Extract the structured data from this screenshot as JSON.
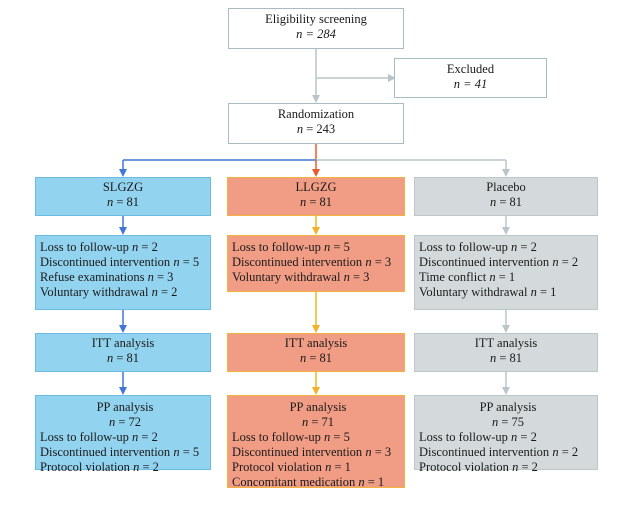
{
  "eligibility": {
    "title": "Eligibility screening",
    "n": "n = 284"
  },
  "excluded": {
    "title": "Excluded",
    "n": "n = 41"
  },
  "randomization": {
    "title": "Randomization",
    "n": "n = 243"
  },
  "colors": {
    "blue": "#3f78d6",
    "orange": "#ea5a30",
    "yellow": "#f2b227",
    "gray": "#b9c5c8"
  },
  "arms": [
    {
      "group": {
        "title": "SLGZG",
        "n": "n = 81"
      },
      "followup": [
        "Loss to follow-up n = 2",
        "Discontinued intervention n = 5",
        "Refuse examinations n = 3",
        "Voluntary withdrawal n = 2"
      ],
      "itt": {
        "title": "ITT analysis",
        "n": "n = 81"
      },
      "pp": {
        "title": "PP analysis",
        "n": "n = 72",
        "lines": [
          "Loss to follow-up n = 2",
          "Discontinued intervention n = 5",
          "Protocol violation n = 2"
        ]
      }
    },
    {
      "group": {
        "title": "LLGZG",
        "n": "n = 81"
      },
      "followup": [
        "Loss to follow-up n = 5",
        "Discontinued intervention n = 3",
        "Voluntary withdrawal n = 3"
      ],
      "itt": {
        "title": "ITT analysis",
        "n": "n = 81"
      },
      "pp": {
        "title": "PP analysis",
        "n": "n = 71",
        "lines": [
          "Loss to follow-up n = 5",
          "Discontinued intervention n = 3",
          "Protocol violation n = 1",
          "Concomitant medication n = 1"
        ]
      }
    },
    {
      "group": {
        "title": "Placebo",
        "n": "n = 81"
      },
      "followup": [
        "Loss to follow-up n = 2",
        "Discontinued intervention n = 2",
        "Time conflict n = 1",
        "Voluntary withdrawal n = 1"
      ],
      "itt": {
        "title": "ITT analysis",
        "n": "n = 81"
      },
      "pp": {
        "title": "PP analysis",
        "n": "n = 75",
        "lines": [
          "Loss to follow-up n = 2",
          "Discontinued intervention n = 2",
          "Protocol violation n = 2"
        ]
      }
    }
  ]
}
